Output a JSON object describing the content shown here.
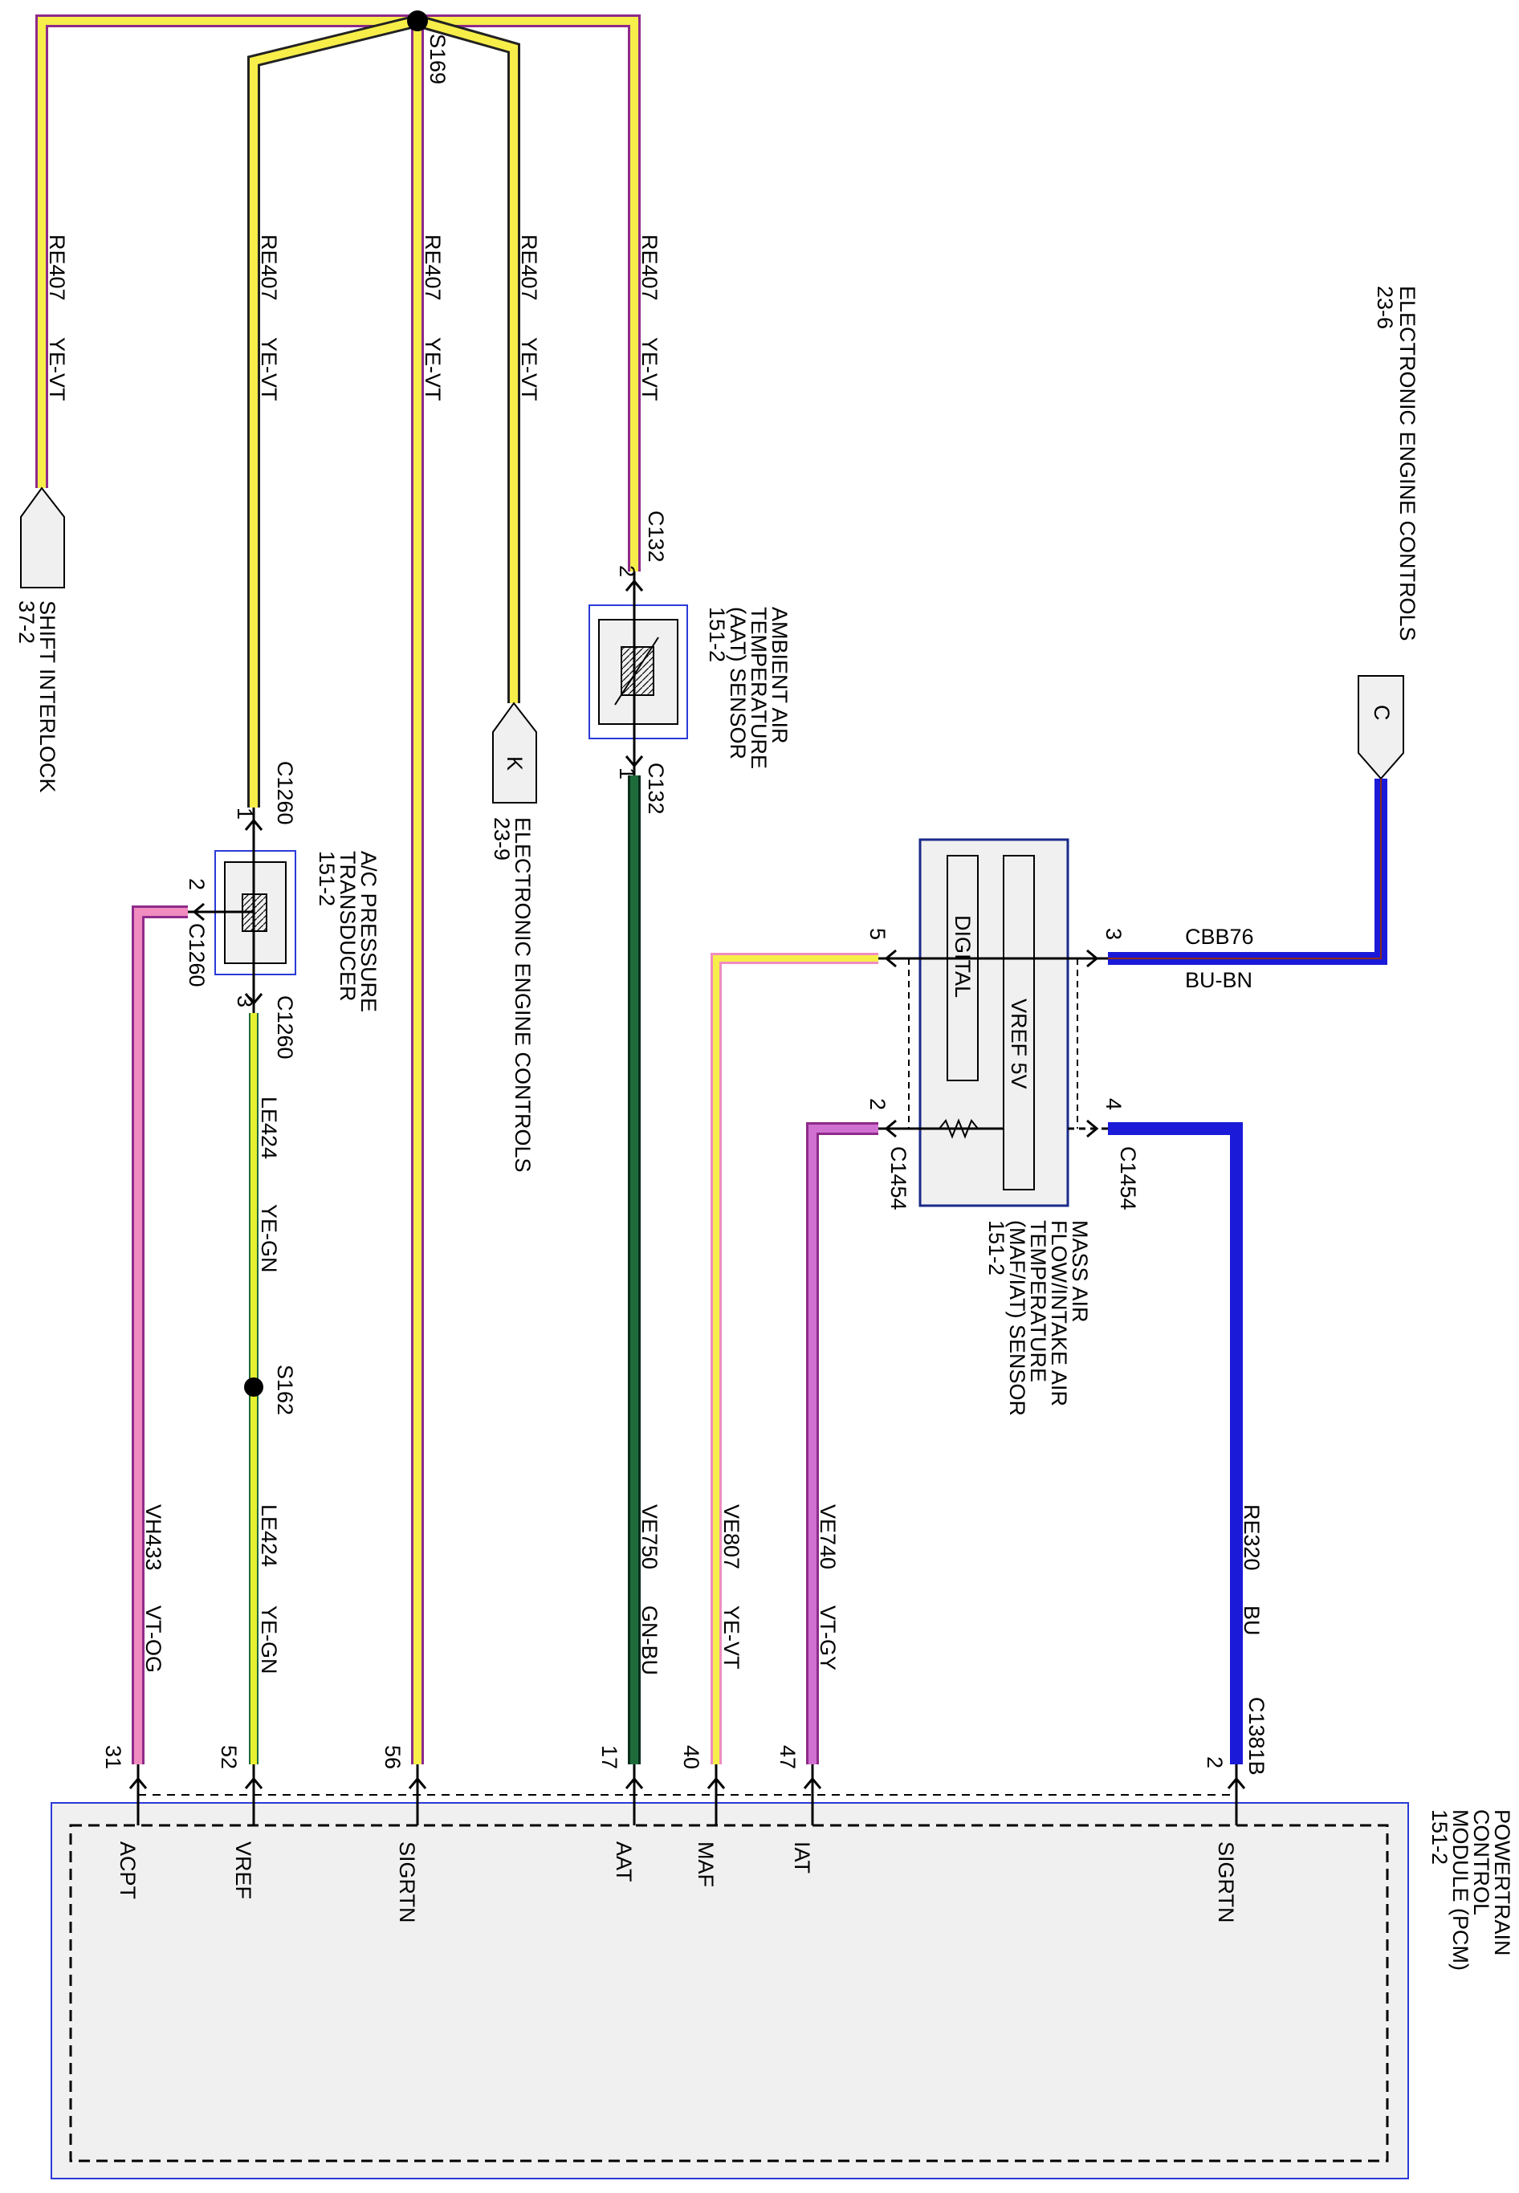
{
  "splices": {
    "s169": "S169",
    "s162": "S162"
  },
  "upper_wires": [
    {
      "id": "w1",
      "circuit": "RE407",
      "color_code": "YE-VT"
    },
    {
      "id": "w2",
      "circuit": "RE407",
      "color_code": "YE-VT"
    },
    {
      "id": "w3",
      "circuit": "RE407",
      "color_code": "YE-VT"
    },
    {
      "id": "w4",
      "circuit": "RE407",
      "color_code": "YE-VT"
    },
    {
      "id": "w5",
      "circuit": "RE407",
      "color_code": "YE-VT"
    }
  ],
  "lower_wires": [
    {
      "id": "acpt",
      "circuit": "VH433",
      "color_code": "VT-OG"
    },
    {
      "id": "vref",
      "circuit": "LE424",
      "color_code": "YE-GN"
    },
    {
      "id": "aat",
      "circuit": "VE750",
      "color_code": "GN-BU"
    },
    {
      "id": "maf",
      "circuit": "VE807",
      "color_code": "YE-VT"
    },
    {
      "id": "iat",
      "circuit": "VE740",
      "color_code": "VT-GY"
    },
    {
      "id": "sigrtn2",
      "circuit": "RE320",
      "color_code": "BU"
    }
  ],
  "ac_mid_wire": {
    "circuit": "LE424",
    "color_code": "YE-GN"
  },
  "cbb_wire": {
    "circuit": "CBB76",
    "color_code": "BU-BN"
  },
  "shift_interlock": {
    "line1": "SHIFT INTERLOCK",
    "line2": "37-2"
  },
  "eec_k": {
    "letter": "K",
    "line1": "ELECTRONIC ENGINE CONTROLS",
    "line2": "23-9"
  },
  "eec_c": {
    "letter": "C",
    "line1": "ELECTRONIC ENGINE CONTROLS",
    "line2": "23-6"
  },
  "aat_sensor": {
    "name": [
      "AMBIENT AIR",
      "TEMPERATURE",
      "(AAT) SENSOR",
      "151-2"
    ],
    "connector": "C132",
    "pin_top": "2",
    "pin_bottom": "1"
  },
  "ac_transducer": {
    "name": [
      "A/C PRESSURE",
      "TRANSDUCER",
      "151-2"
    ],
    "connector": "C1260",
    "pins": [
      "1",
      "2",
      "3"
    ]
  },
  "maf_sensor": {
    "name": [
      "MASS AIR",
      "FLOW/INTAKE AIR",
      "TEMPERATURE",
      "(MAF/IAT) SENSOR",
      "151-2"
    ],
    "connector": "C1454",
    "pins": [
      "5",
      "3",
      "2",
      "4"
    ],
    "digital_label": "DIGITAL",
    "vref_label": "VREF 5V"
  },
  "pcm": {
    "name": [
      "POWERTRAIN",
      "CONTROL",
      "MODULE (PCM)",
      "151-2"
    ],
    "pins": [
      {
        "num": "31",
        "label": "ACPT"
      },
      {
        "num": "52",
        "label": "VREF"
      },
      {
        "num": "56",
        "label": "SIGRTN"
      },
      {
        "num": "17",
        "label": "AAT"
      },
      {
        "num": "40",
        "label": "MAF"
      },
      {
        "num": "47",
        "label": "IAT"
      },
      {
        "num": "2",
        "label": "SIGRTN"
      }
    ],
    "connector_c1381b": "C1381B"
  },
  "colors": {
    "yellow": "#f7ee4a",
    "violet": "#8e2a8a",
    "pink": "#f08cc0",
    "green": "#1e6b3a",
    "lime": "#e8f030",
    "orchid": "#d070d0",
    "blue": "#1a1ad8",
    "brown": "#8a2a1a",
    "box_fill": "#f0f0f0",
    "blue_border": "#2a3ad8"
  }
}
